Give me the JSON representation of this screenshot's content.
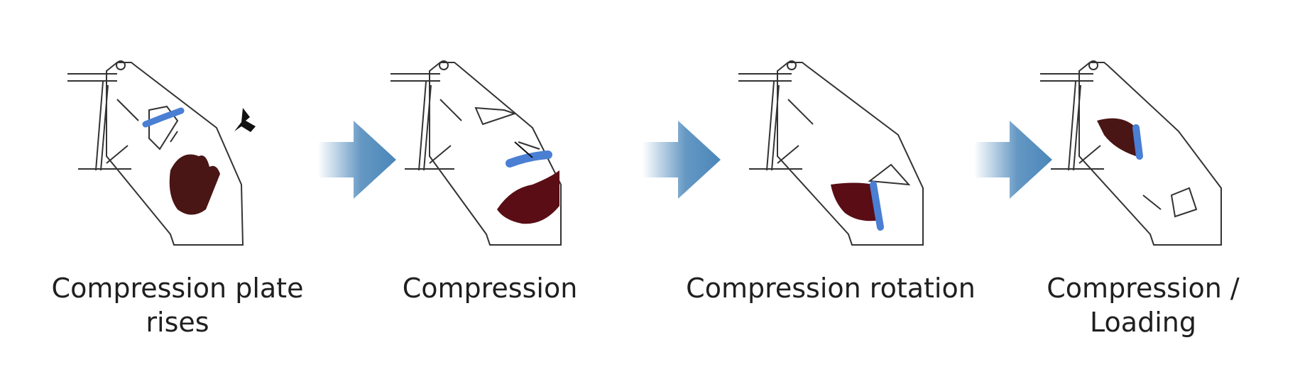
{
  "steps": [
    {
      "caption_line1": "Compression plate",
      "caption_line2": "rises"
    },
    {
      "caption_line1": "Compression",
      "caption_line2": ""
    },
    {
      "caption_line1": "Compression rotation",
      "caption_line2": ""
    },
    {
      "caption_line1": "Compression /",
      "caption_line2": "Loading"
    }
  ],
  "colors": {
    "outline": "#333333",
    "plate": "#4a7fd4",
    "waste": "#5a1a1a",
    "arrow": "#4a86b9"
  }
}
